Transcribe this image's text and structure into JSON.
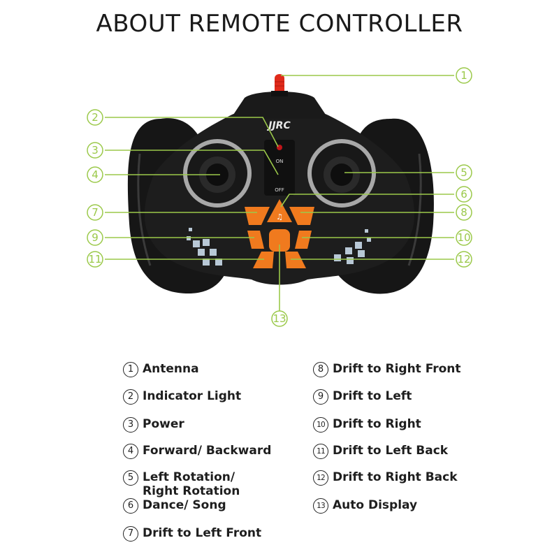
{
  "title": "ABOUT REMOTE CONTROLLER",
  "controller": {
    "brand_logo": "JJRC",
    "switch_on_label": "ON",
    "switch_off_label": "OFF",
    "colors": {
      "body": "#1a1a1a",
      "button_orange": "#f07a1e",
      "ring": "#a8a8a8",
      "antenna": "#e02a1a",
      "callout": "#9bc94a"
    }
  },
  "callouts": [
    {
      "num": "1",
      "label": "Antenna"
    },
    {
      "num": "2",
      "label": "Indicator Light"
    },
    {
      "num": "3",
      "label": "Power"
    },
    {
      "num": "4",
      "label": "Forward/ Backward"
    },
    {
      "num": "5",
      "label": "Left Rotation/\nRight Rotation"
    },
    {
      "num": "6",
      "label": "Dance/ Song"
    },
    {
      "num": "7",
      "label": "Drift to Left Front"
    },
    {
      "num": "8",
      "label": "Drift to Right Front"
    },
    {
      "num": "9",
      "label": "Drift to Left"
    },
    {
      "num": "10",
      "label": "Drift to Right"
    },
    {
      "num": "11",
      "label": "Drift to Left Back"
    },
    {
      "num": "12",
      "label": "Drift to Right Back"
    },
    {
      "num": "13",
      "label": "Auto Display"
    }
  ]
}
